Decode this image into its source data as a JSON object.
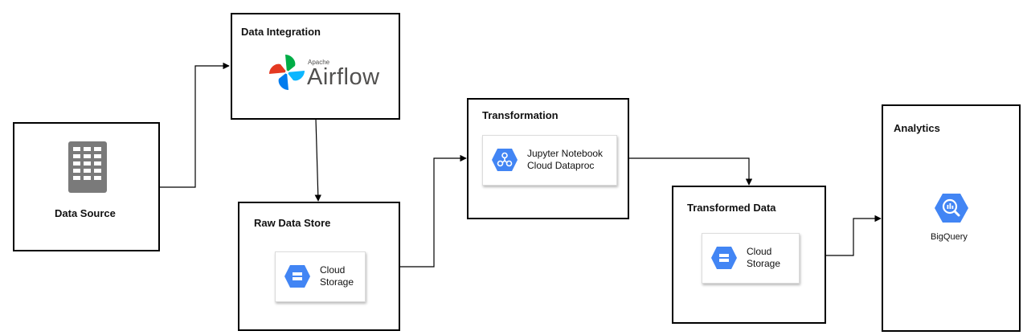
{
  "nodes": {
    "data_source": {
      "title": "Data Source",
      "icon": "building-icon"
    },
    "data_integration": {
      "title": "Data Integration",
      "logo_small": "Apache",
      "logo_large": "Airflow",
      "icon": "airflow-pinwheel-icon"
    },
    "raw_data_store": {
      "title": "Raw Data Store",
      "card_line1": "Cloud",
      "card_line2": "Storage",
      "icon": "cloud-storage-icon"
    },
    "transformation": {
      "title": "Transformation",
      "card_line1": "Jupyter Notebook",
      "card_line2": "Cloud Dataproc",
      "icon": "dataproc-icon"
    },
    "transformed_data": {
      "title": "Transformed Data",
      "card_line1": "Cloud",
      "card_line2": "Storage",
      "icon": "cloud-storage-icon"
    },
    "analytics": {
      "title": "Analytics",
      "label": "BigQuery",
      "icon": "bigquery-icon"
    }
  },
  "colors": {
    "gcp_blue": "#4285F4",
    "border": "#000000",
    "building": "#7a7a7a"
  }
}
